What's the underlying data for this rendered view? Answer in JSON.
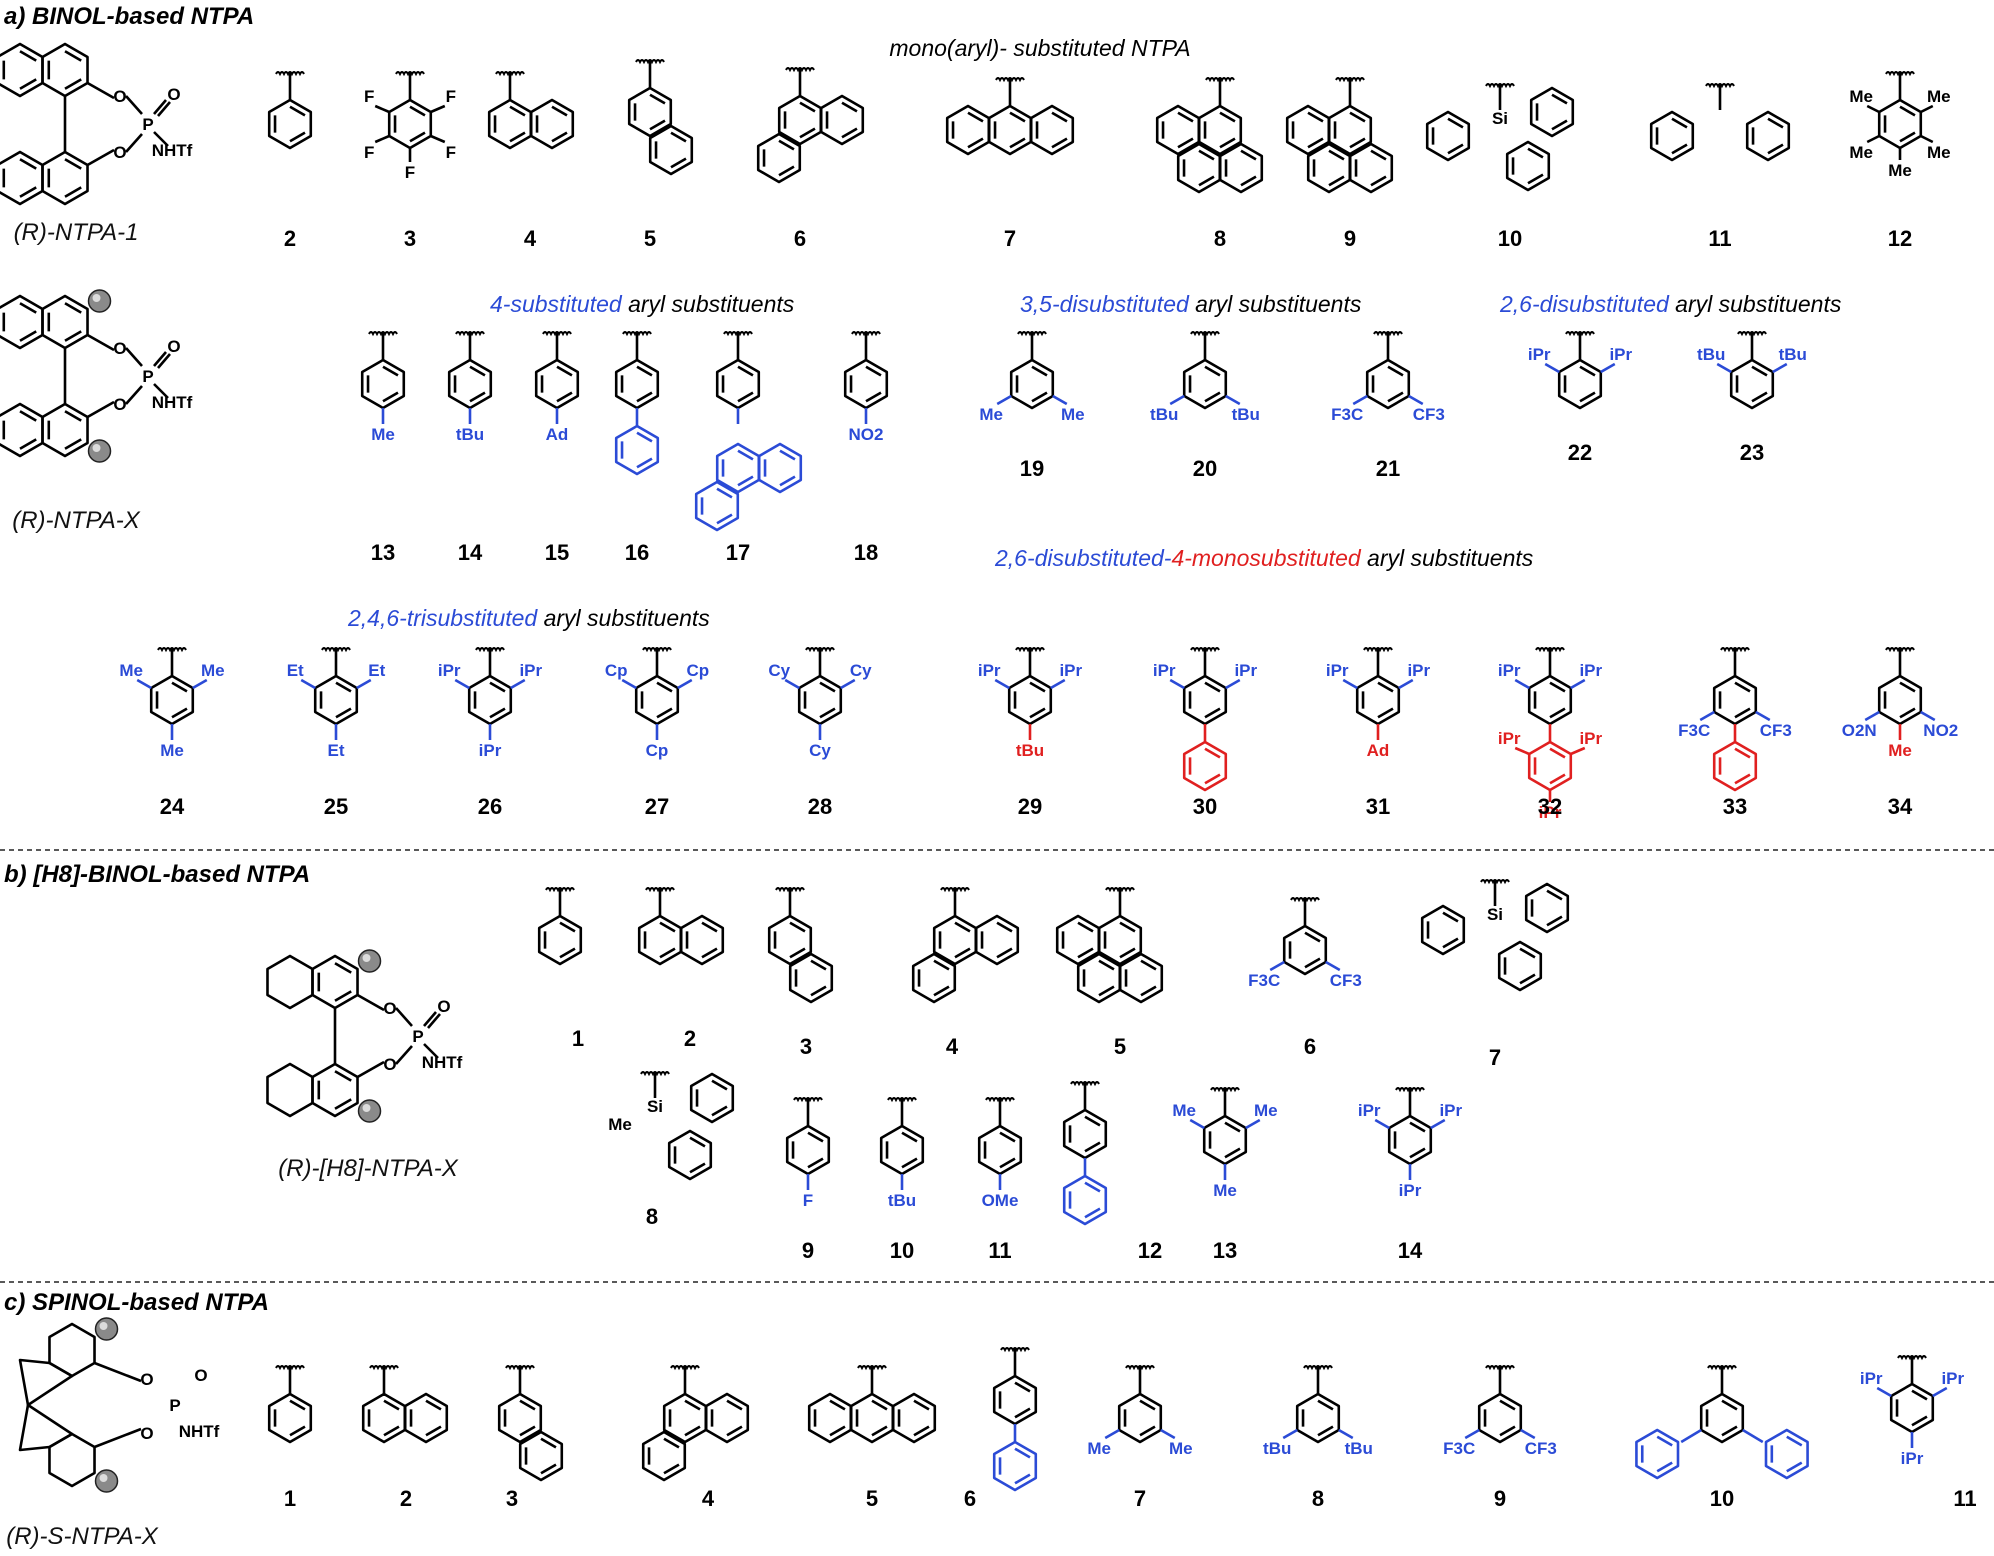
{
  "colors": {
    "black": "#000000",
    "blue": "#2b4bd6",
    "red": "#e02020"
  },
  "sections": {
    "a": {
      "title": "a) BINOL-based NTPA"
    },
    "b": {
      "title": "b) [H8]-BINOL-based NTPA"
    },
    "c": {
      "title": "c) SPINOL-based NTPA"
    }
  },
  "categories": {
    "mono": "mono(aryl)- substituted NTPA",
    "four_prefix": "4-substituted",
    "four_suffix": " aryl substituents",
    "three5_prefix": "3,5-disubstituted",
    "three5_suffix": " aryl substituents",
    "two6_prefix": "2,6-disubstituted",
    "two6_suffix": " aryl substituents",
    "two46_prefix": "2,4,6-trisubstituted",
    "two46_suffix": " aryl substituents",
    "mixed_prefix": "2,6-disubstituted-",
    "mixed_mid": "4-monosubstituted",
    "mixed_suffix": " aryl substituents"
  },
  "catalysts": {
    "binol_1": "(R)-NTPA-1",
    "binol_x": "(R)-NTPA-X",
    "h8_x": "(R)-[H8]-NTPA-X",
    "spinol_x": "(R)-S-NTPA-X"
  },
  "labels": {
    "P": "P",
    "O": "O",
    "NHTf": "NHTf",
    "Si": "Si",
    "F": "F",
    "Me": "Me",
    "Et": "Et",
    "iPr": "iPr",
    "tBu": "tBu",
    "Ad": "Ad",
    "NO2": "NO2",
    "CF3": "CF3",
    "F3C": "F3C",
    "O2N": "O2N",
    "Cp": "Cp",
    "Cy": "Cy",
    "OMe": "OMe"
  },
  "compound_numbers": {
    "a_row1": [
      "2",
      "3",
      "4",
      "5",
      "6",
      "7",
      "8",
      "9",
      "10",
      "11",
      "12"
    ],
    "a_row2": [
      "13",
      "14",
      "15",
      "16",
      "17",
      "18",
      "19",
      "20",
      "21",
      "22",
      "23"
    ],
    "a_row3": [
      "24",
      "25",
      "26",
      "27",
      "28",
      "29",
      "30",
      "31",
      "32",
      "33",
      "34"
    ],
    "b_row1": [
      "1",
      "2",
      "3",
      "4",
      "5",
      "6",
      "7"
    ],
    "b_row2": [
      "8",
      "9",
      "10",
      "11",
      "12",
      "13",
      "14"
    ],
    "c_row1": [
      "1",
      "2",
      "3",
      "4",
      "5",
      "6",
      "7",
      "8",
      "9",
      "10",
      "11"
    ]
  }
}
